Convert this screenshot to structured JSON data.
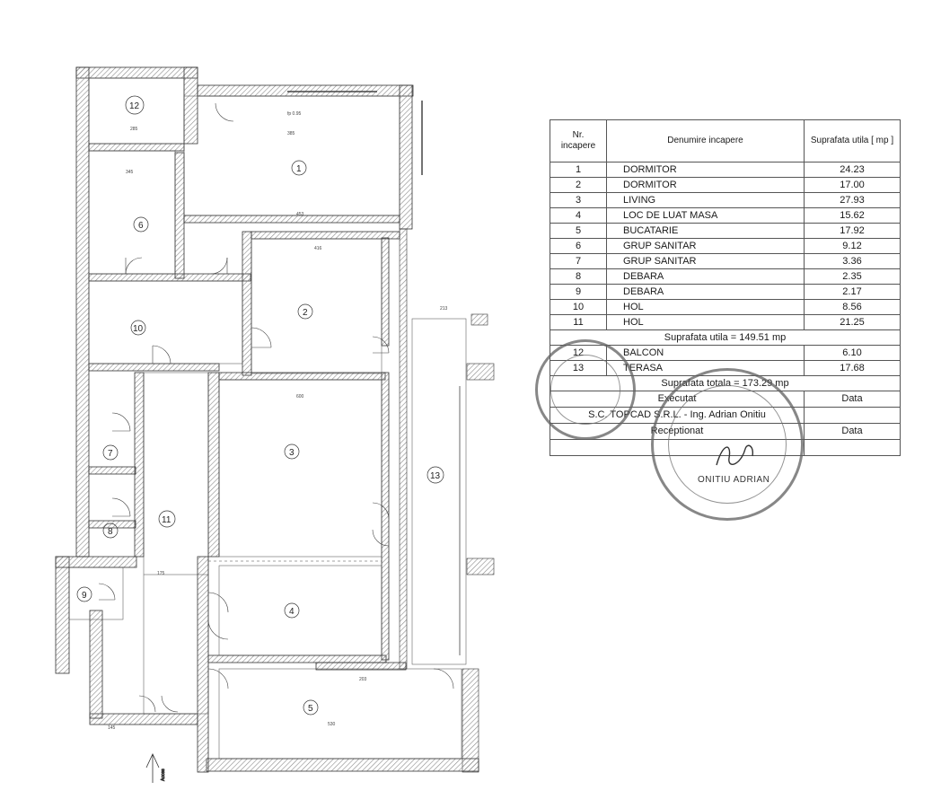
{
  "plan": {
    "rooms": [
      {
        "nr": "1"
      },
      {
        "nr": "2"
      },
      {
        "nr": "3"
      },
      {
        "nr": "4"
      },
      {
        "nr": "5"
      },
      {
        "nr": "6"
      },
      {
        "nr": "7"
      },
      {
        "nr": "8"
      },
      {
        "nr": "9"
      },
      {
        "nr": "10"
      },
      {
        "nr": "11"
      },
      {
        "nr": "12"
      },
      {
        "nr": "13"
      }
    ],
    "entrance_label": "Acces"
  },
  "table": {
    "headers": {
      "nr": "Nr. incapere",
      "name": "Denumire incapere",
      "area": "Suprafata utila [ mp ]"
    },
    "rows": [
      {
        "nr": "1",
        "name": "DORMITOR",
        "area": "24.23"
      },
      {
        "nr": "2",
        "name": "DORMITOR",
        "area": "17.00"
      },
      {
        "nr": "3",
        "name": "LIVING",
        "area": "27.93"
      },
      {
        "nr": "4",
        "name": "LOC DE LUAT MASA",
        "area": "15.62"
      },
      {
        "nr": "5",
        "name": "BUCATARIE",
        "area": "17.92"
      },
      {
        "nr": "6",
        "name": "GRUP SANITAR",
        "area": "9.12"
      },
      {
        "nr": "7",
        "name": "GRUP SANITAR",
        "area": "3.36"
      },
      {
        "nr": "8",
        "name": "DEBARA",
        "area": "2.35"
      },
      {
        "nr": "9",
        "name": "DEBARA",
        "area": "2.17"
      },
      {
        "nr": "10",
        "name": "HOL",
        "area": "8.56"
      },
      {
        "nr": "11",
        "name": "HOL",
        "area": "21.25"
      }
    ],
    "useful_total": "Suprafata utila = 149.51 mp",
    "extra_rows": [
      {
        "nr": "12",
        "name": "BALCON",
        "area": "6.10"
      },
      {
        "nr": "13",
        "name": "TERASA",
        "area": "17.68"
      }
    ],
    "total": "Suprafata totala = 173.29 mp",
    "executed_label": "Executat",
    "executed_by": "S.C. TOPCAD S.R.L. - Ing. Adrian Onitiu",
    "date_label": "Data",
    "received_label": "Receptionat"
  },
  "stamp": {
    "name": "ONITIU ADRIAN"
  },
  "colors": {
    "wall": "#3a3a3a",
    "hatch": "#9a9a9a",
    "line": "#333333"
  }
}
